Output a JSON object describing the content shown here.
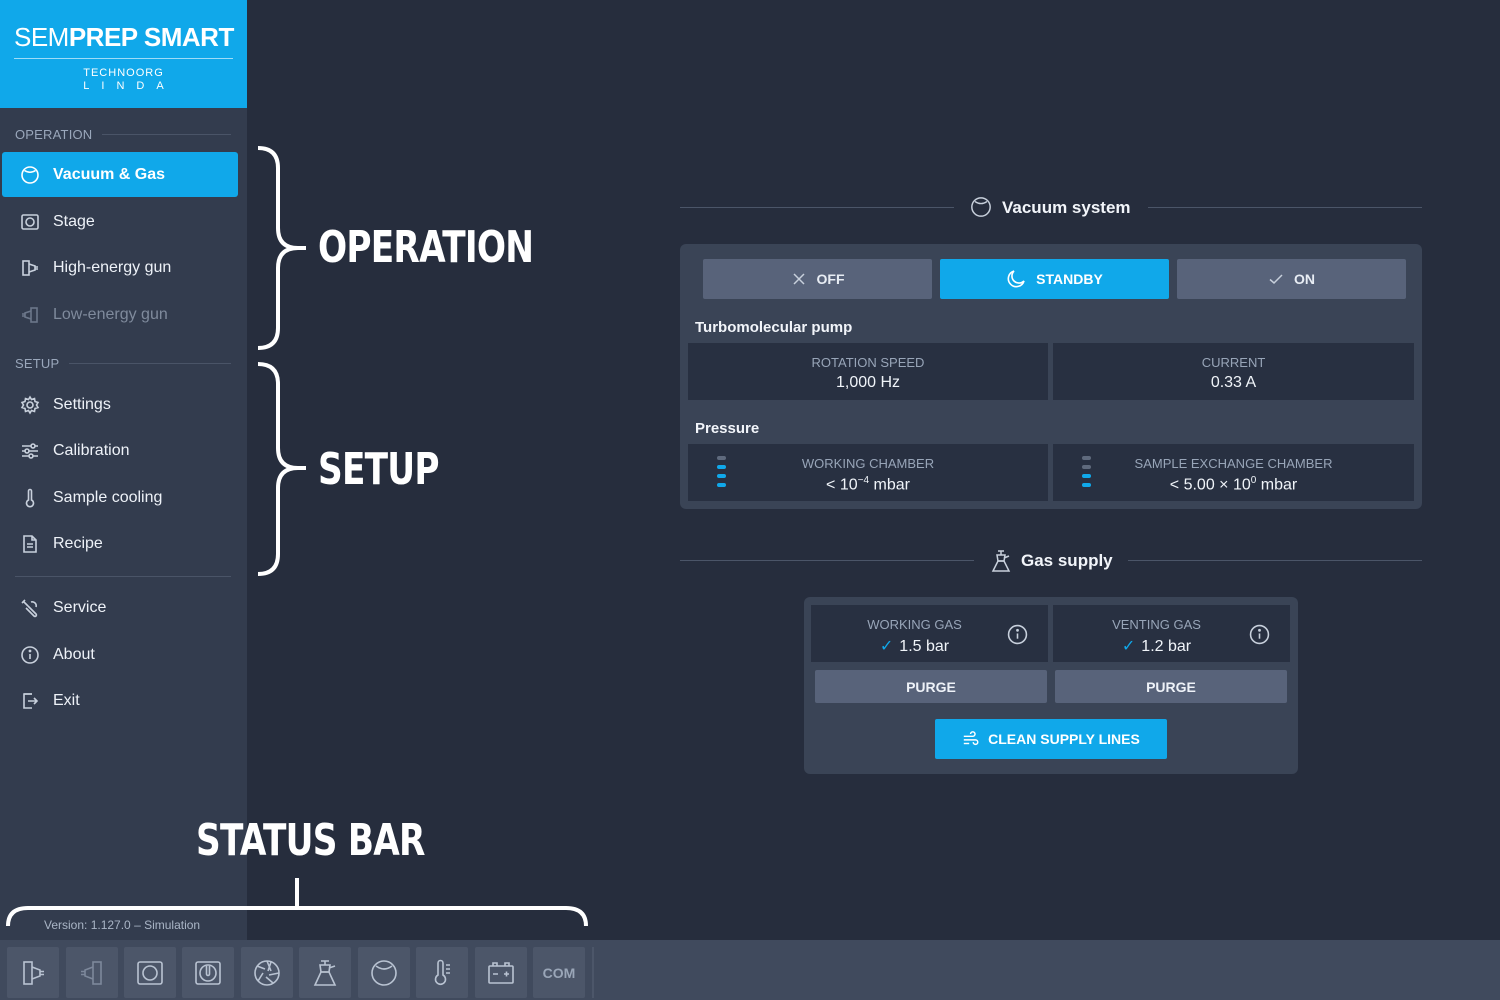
{
  "app": {
    "logo_light": "SEM",
    "logo_bold": "PREP SMART",
    "company_line1": "TECHNOORG",
    "company_line2": "LINDA"
  },
  "sidebar": {
    "operation_header": "OPERATION",
    "setup_header": "SETUP",
    "operation_items": [
      {
        "label": "Vacuum & Gas",
        "icon": "vacuum-icon",
        "active": true
      },
      {
        "label": "Stage",
        "icon": "stage-icon"
      },
      {
        "label": "High-energy gun",
        "icon": "high-energy-gun-icon"
      },
      {
        "label": "Low-energy gun",
        "icon": "low-energy-gun-icon",
        "disabled": true
      }
    ],
    "setup_items": [
      {
        "label": "Settings",
        "icon": "gear-icon"
      },
      {
        "label": "Calibration",
        "icon": "sliders-icon"
      },
      {
        "label": "Sample cooling",
        "icon": "thermometer-icon"
      },
      {
        "label": "Recipe",
        "icon": "document-icon"
      }
    ],
    "other_items": [
      {
        "label": "Service",
        "icon": "wrench-icon"
      },
      {
        "label": "About",
        "icon": "info-icon"
      },
      {
        "label": "Exit",
        "icon": "exit-icon"
      }
    ],
    "version": "Version: 1.127.0 – Simulation"
  },
  "annotations": {
    "operation": "OPERATION",
    "setup": "SETUP",
    "status_bar": "STATUS BAR"
  },
  "vacuum": {
    "title": "Vacuum system",
    "modes": [
      {
        "label": "OFF",
        "icon": "close-icon"
      },
      {
        "label": "STANDBY",
        "icon": "moon-icon",
        "active": true
      },
      {
        "label": "ON",
        "icon": "check-icon"
      }
    ],
    "pump_label": "Turbomolecular pump",
    "rotation_speed_label": "ROTATION SPEED",
    "rotation_speed_value": "1,000 Hz",
    "current_label": "CURRENT",
    "current_value": "0.33 A",
    "pressure_label": "Pressure",
    "working_chamber_label": "WORKING CHAMBER",
    "working_chamber_value_prefix": "< 10",
    "working_chamber_value_exp": "−4",
    "working_chamber_value_unit": " mbar",
    "sample_exchange_label": "SAMPLE EXCHANGE CHAMBER",
    "sample_exchange_value_prefix": "< 5.00 × 10",
    "sample_exchange_value_exp": "0",
    "sample_exchange_value_unit": " mbar"
  },
  "gas": {
    "title": "Gas supply",
    "working_gas_label": "WORKING GAS",
    "working_gas_value": "1.5 bar",
    "venting_gas_label": "VENTING GAS",
    "venting_gas_value": "1.2 bar",
    "purge_label": "PURGE",
    "clean_label": "CLEAN SUPPLY LINES"
  },
  "statusbar": {
    "icons": [
      "high-energy-gun-icon",
      "low-energy-gun-icon",
      "stage-icon",
      "vacuum-gauge-icon",
      "aperture-icon",
      "gas-icon",
      "vacuum-icon",
      "thermometer-icon",
      "battery-icon"
    ],
    "com_label": "COM"
  },
  "colors": {
    "accent": "#10a8ea",
    "background": "#262d3d",
    "sidebar": "#333c4e",
    "panel": "#3a4456"
  }
}
